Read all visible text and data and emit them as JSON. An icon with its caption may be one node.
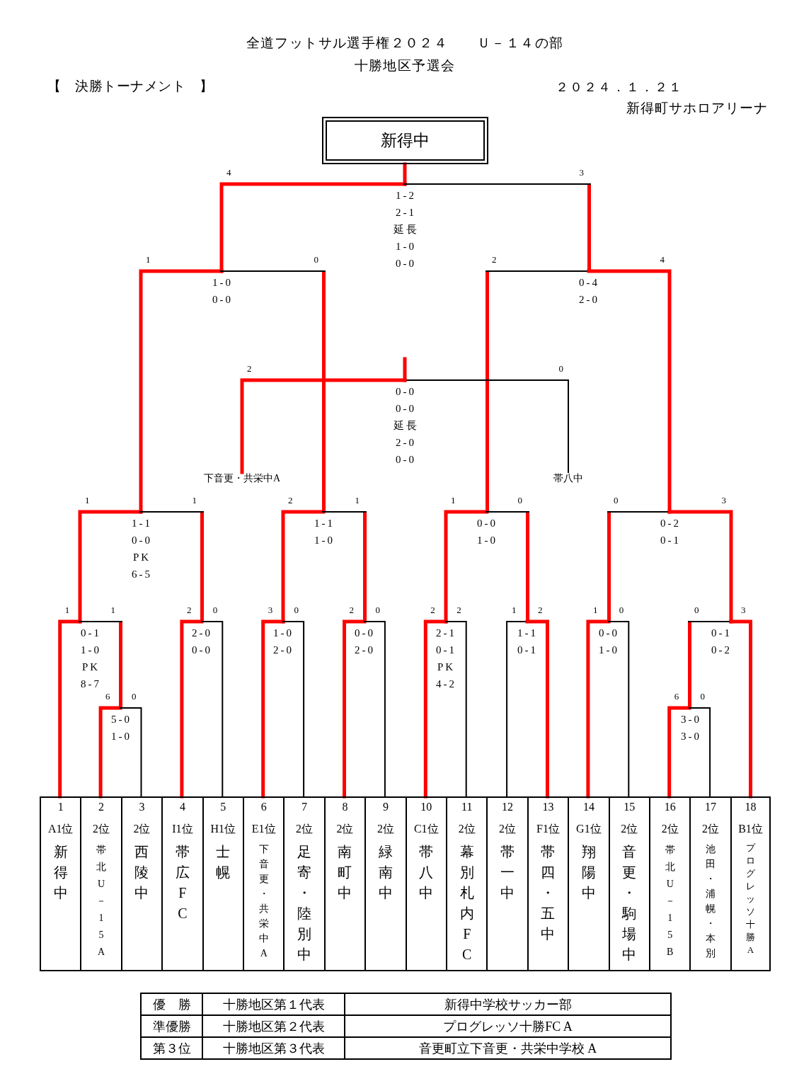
{
  "diagram": {
    "title": "全道フットサル選手権２０２４　　Ｕ－１４の部",
    "nodes": [
      {
        "text": [
          "新得中"
        ]
      },
      {
        "text": [
          "1-2",
          "2-1",
          "延長",
          "1-0",
          "0-0"
        ]
      },
      {
        "text": [
          "1-0",
          "0-0"
        ]
      },
      {
        "text": [
          "0-4",
          "2-0"
        ]
      },
      {
        "text": [
          "0-0",
          "0-0",
          "延長",
          "2-0",
          "0-0"
        ]
      },
      {
        "text": [
          "下音更・共栄中A"
        ]
      },
      {
        "text": [
          "帯八中"
        ]
      },
      {
        "text": [
          "1-1",
          "0-0",
          "PK",
          "6-5"
        ]
      },
      {
        "text": [
          "1-1",
          "1-0"
        ]
      },
      {
        "text": [
          "0-0",
          "1-0"
        ]
      },
      {
        "text": [
          "0-2",
          "0-1"
        ]
      },
      {
        "text": [
          "0-1",
          "1-0",
          "PK",
          "8-7"
        ]
      },
      {
        "text": [
          "2-0",
          "0-0"
        ]
      },
      {
        "text": [
          "1-0",
          "2-0"
        ]
      },
      {
        "text": [
          "0-0",
          "2-0"
        ]
      },
      {
        "text": [
          "2-1",
          "0-1",
          "PK",
          "4-2"
        ]
      },
      {
        "text": [
          "1-1",
          "0-1"
        ]
      },
      {
        "text": [
          "0-0",
          "1-0"
        ]
      },
      {
        "text": [
          "0-1",
          "0-2"
        ]
      },
      {
        "text": [
          "5-0",
          "1-0"
        ]
      },
      {
        "text": [
          "3-0",
          "3-0"
        ]
      },
      {
        "text": [
          "1",
          "A1位",
          "新得中"
        ]
      },
      {
        "text": [
          "2",
          "2位",
          "帯北U－15A"
        ]
      },
      {
        "text": [
          "3",
          "2位",
          "西陵中"
        ]
      },
      {
        "text": [
          "4",
          "I1位",
          "帯広FC"
        ]
      },
      {
        "text": [
          "5",
          "H1位",
          "士幌"
        ]
      },
      {
        "text": [
          "6",
          "E1位",
          "下音更・共栄中A"
        ]
      },
      {
        "text": [
          "7",
          "2位",
          "足寄・陸別中"
        ]
      },
      {
        "text": [
          "8",
          "2位",
          "南町中"
        ]
      },
      {
        "text": [
          "9",
          "2位",
          "緑南中"
        ]
      },
      {
        "text": [
          "10",
          "C1位",
          "帯八中"
        ]
      },
      {
        "text": [
          "11",
          "2位",
          "幕別札内FC"
        ]
      },
      {
        "text": [
          "12",
          "2位",
          "帯一中"
        ]
      },
      {
        "text": [
          "13",
          "F1位",
          "帯四・五中"
        ]
      },
      {
        "text": [
          "14",
          "G1位",
          "翔陽中"
        ]
      },
      {
        "text": [
          "15",
          "2位",
          "音更・駒場中"
        ]
      },
      {
        "text": [
          "16",
          "2位",
          "帯北U－15B"
        ]
      },
      {
        "text": [
          "17",
          "2位",
          "池田・浦幌・本別"
        ]
      },
      {
        "text": [
          "18",
          "B1位",
          "プログレッソ十勝A"
        ]
      }
    ],
    "edges": [
      {
        "from": 1,
        "to": 0,
        "arrow": "none"
      },
      {
        "from": 2,
        "to": 1,
        "arrow": "none",
        "label": "4"
      },
      {
        "from": 3,
        "to": 1,
        "arrow": "none",
        "label": "3",
        "color": "#000000"
      },
      {
        "from": 7,
        "to": 2,
        "arrow": "none",
        "label": "1"
      },
      {
        "from": 8,
        "to": 2,
        "arrow": "none",
        "label": "0",
        "color": "#000000"
      },
      {
        "from": 9,
        "to": 3,
        "arrow": "none",
        "label": "2",
        "color": "#000000"
      },
      {
        "from": 10,
        "to": 3,
        "arrow": "none",
        "label": "4"
      },
      {
        "from": 5,
        "to": 4,
        "arrow": "none",
        "label": "2"
      },
      {
        "from": 6,
        "to": 4,
        "arrow": "none",
        "label": "0",
        "color": "#000000"
      },
      {
        "from": 4,
        "to": null,
        "arrow": "none"
      },
      {
        "from": 11,
        "to": 7,
        "arrow": "none",
        "label": "1"
      },
      {
        "from": 12,
        "to": 7,
        "arrow": "none",
        "label": "1",
        "color": "#000000"
      },
      {
        "from": 13,
        "to": 8,
        "arrow": "none",
        "label": "2"
      },
      {
        "from": 14,
        "to": 8,
        "arrow": "none",
        "label": "1",
        "color": "#000000"
      },
      {
        "from": 15,
        "to": 9,
        "arrow": "none",
        "label": "1"
      },
      {
        "from": 16,
        "to": 9,
        "arrow": "none",
        "label": "0",
        "color": "#000000"
      },
      {
        "from": 17,
        "to": 10,
        "arrow": "none",
        "label": "0",
        "color": "#000000"
      },
      {
        "from": 18,
        "to": 10,
        "arrow": "none",
        "label": "3"
      },
      {
        "from": 21,
        "to": 11,
        "arrow": "none",
        "label": "1"
      },
      {
        "from": 19,
        "to": 11,
        "arrow": "none",
        "label": "1",
        "color": "#000000"
      },
      {
        "from": 24,
        "to": 12,
        "arrow": "none",
        "label": "2"
      },
      {
        "from": 25,
        "to": 12,
        "arrow": "none",
        "label": "0",
        "color": "#000000"
      },
      {
        "from": 26,
        "to": 13,
        "arrow": "none",
        "label": "3"
      },
      {
        "from": 27,
        "to": 13,
        "arrow": "none",
        "label": "0",
        "color": "#000000"
      },
      {
        "from": 28,
        "to": 14,
        "arrow": "none",
        "label": "2"
      },
      {
        "from": 29,
        "to": 14,
        "arrow": "none",
        "label": "0",
        "color": "#000000"
      },
      {
        "from": 30,
        "to": 15,
        "arrow": "none",
        "label": "2"
      },
      {
        "from": 31,
        "to": 15,
        "arrow": "none",
        "label": "2",
        "color": "#000000"
      },
      {
        "from": 32,
        "to": 16,
        "arrow": "none",
        "label": "1",
        "color": "#000000"
      },
      {
        "from": 33,
        "to": 16,
        "arrow": "none",
        "label": "2"
      },
      {
        "from": 34,
        "to": 17,
        "arrow": "none",
        "label": "1"
      },
      {
        "from": 35,
        "to": 17,
        "arrow": "none",
        "label": "0",
        "color": "#000000"
      },
      {
        "from": 20,
        "to": 18,
        "arrow": "none",
        "label": "0",
        "color": "#000000"
      },
      {
        "from": 38,
        "to": 18,
        "arrow": "none",
        "label": "3"
      },
      {
        "from": 22,
        "to": 19,
        "arrow": "none",
        "label": "6"
      },
      {
        "from": 23,
        "to": 19,
        "arrow": "none",
        "label": "0",
        "color": "#000000"
      },
      {
        "from": 36,
        "to": 20,
        "arrow": "none",
        "label": "6"
      },
      {
        "from": 37,
        "to": 20,
        "arrow": "none",
        "label": "0",
        "color": "#000000"
      }
    ],
    "labels": [
      "十勝地区予選会",
      "【　決勝トーナメント　】",
      "２０２４．１．２１",
      "新得町サホロアリーナ",
      "優　勝",
      "十勝地区第１代表",
      "新得中学校サッカー部",
      "準優勝",
      "十勝地区第２代表",
      "プログレッソ十勝FC A",
      "第３位",
      "十勝地区第３代表",
      "音更町立下音更・共栄中学校 A"
    ]
  }
}
